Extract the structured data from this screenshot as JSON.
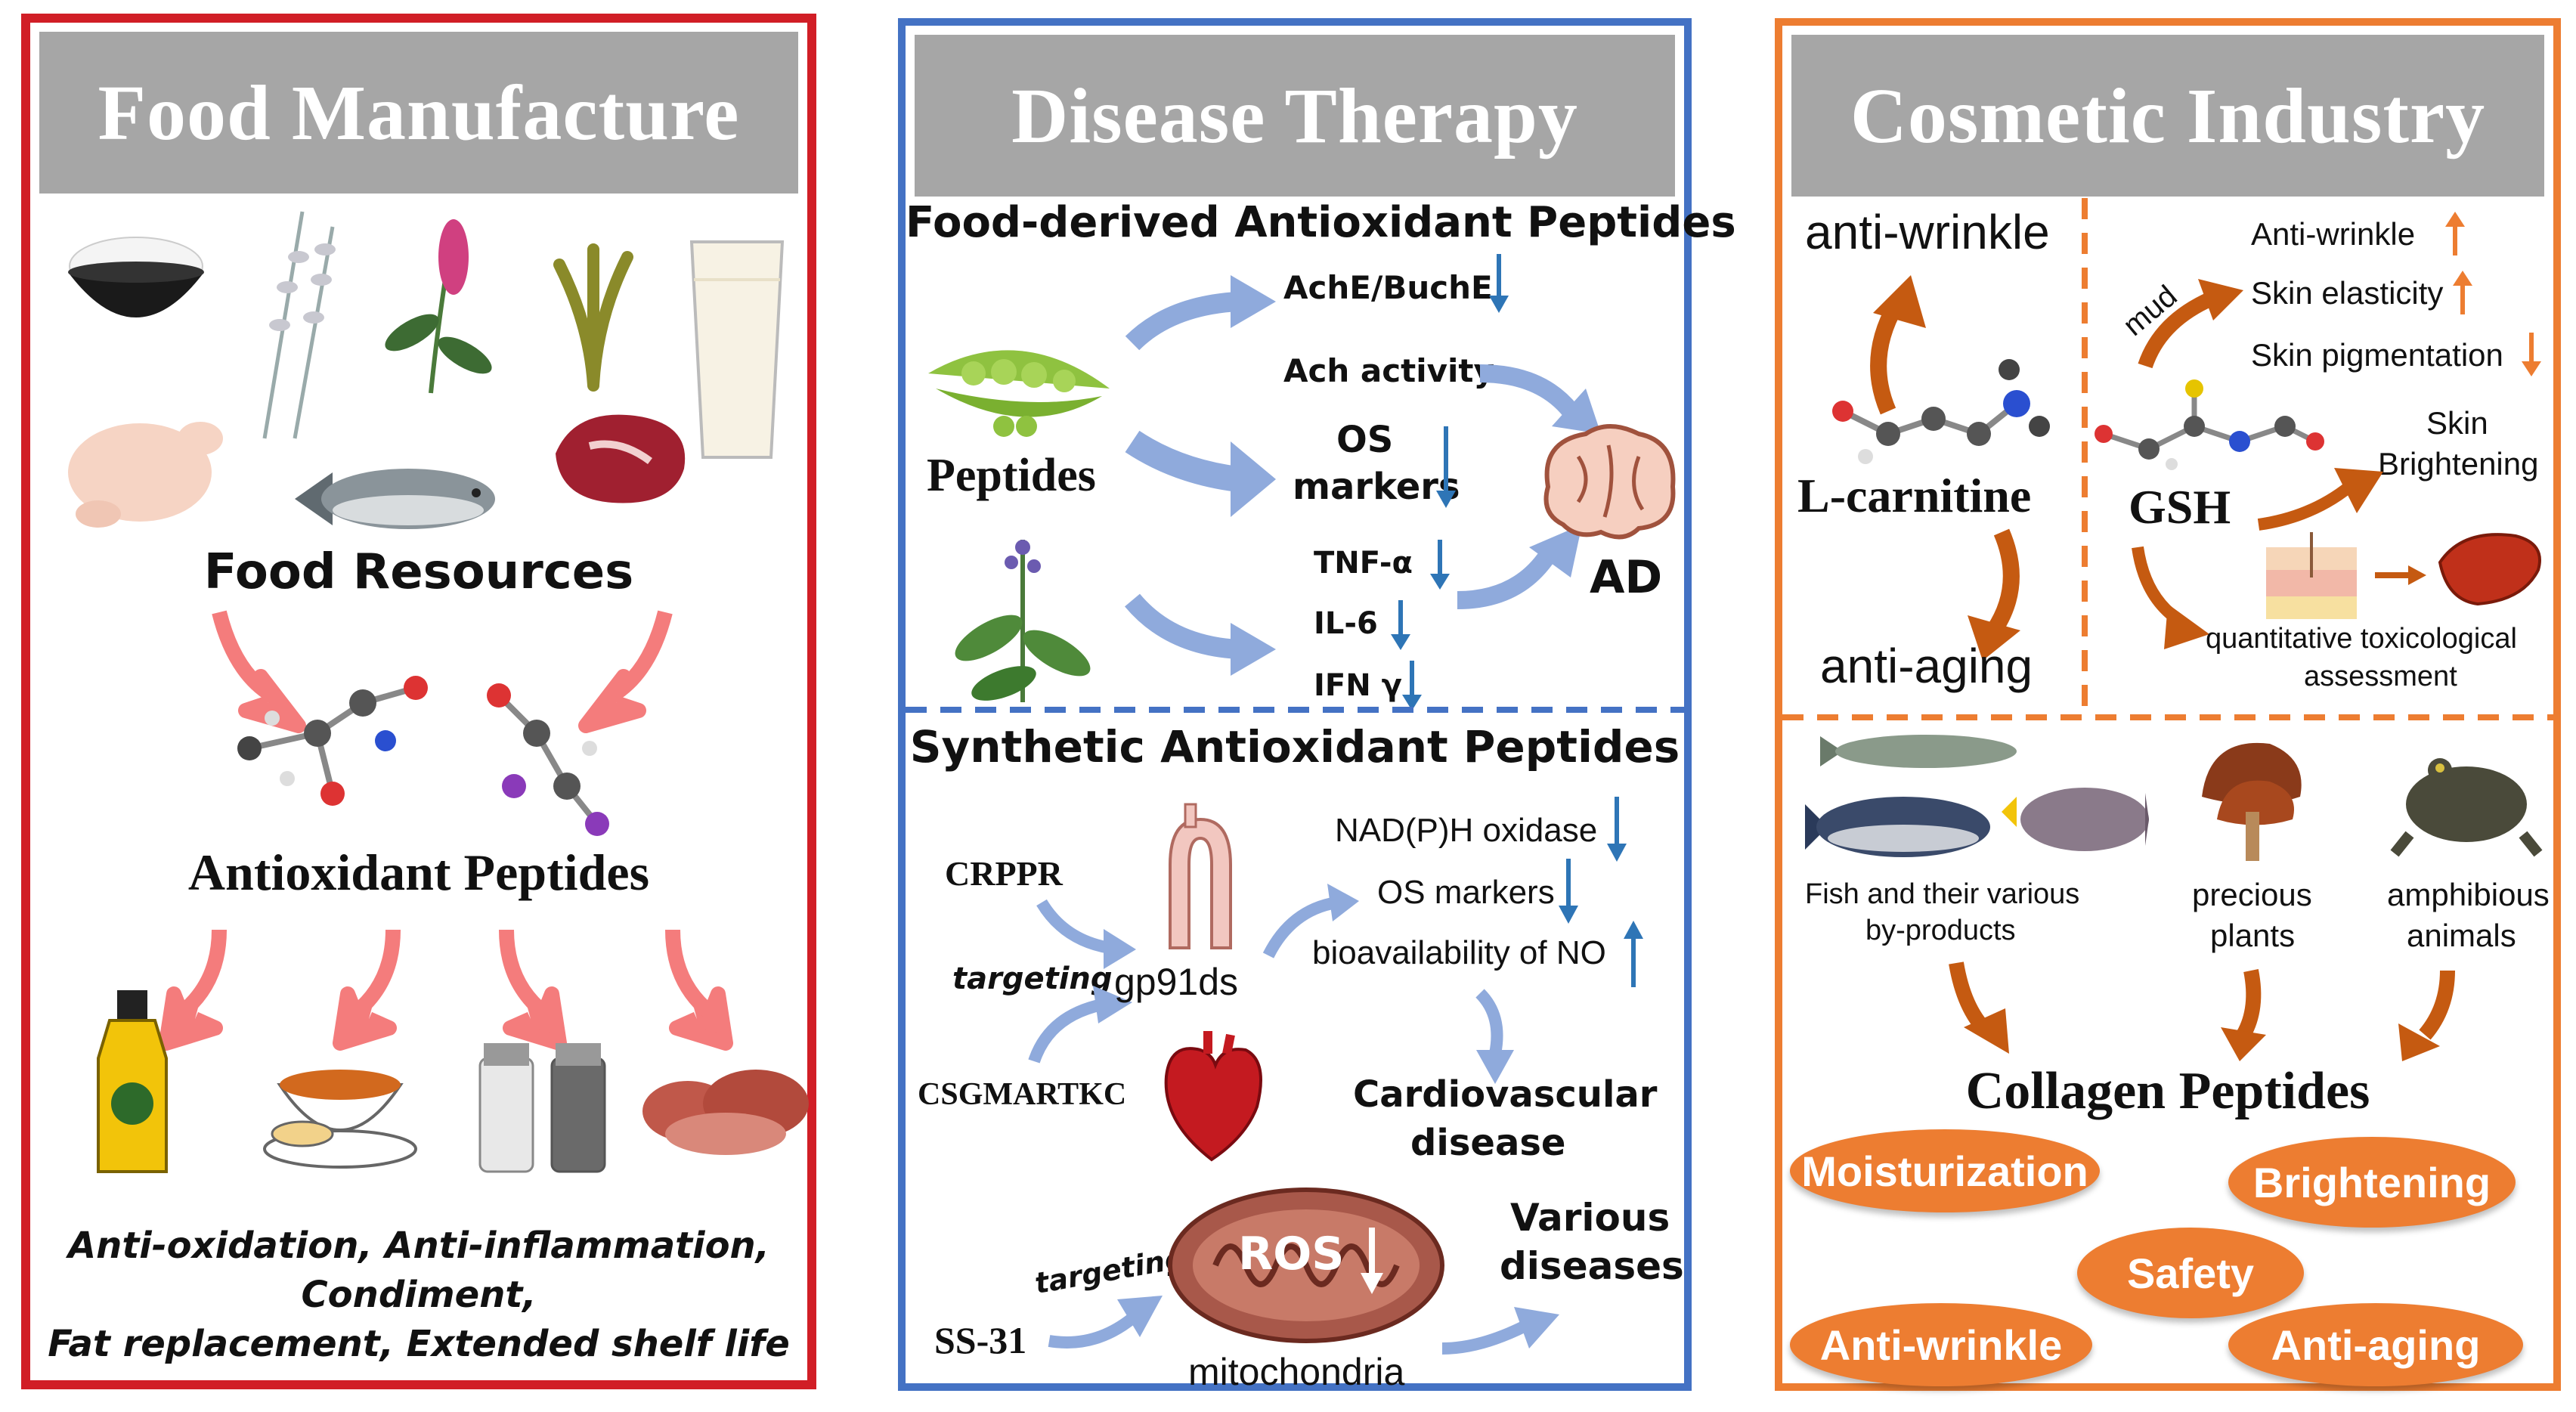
{
  "colors": {
    "food_border": "#d11e26",
    "disease_border": "#4472c4",
    "cosmetic_border": "#ed7d31",
    "header_bg": "#a6a6a6",
    "pink_arrow": "#f47c7c",
    "blue_arrow": "#8faadc",
    "orange_arrow": "#c55a11",
    "pill": "#ed7d31"
  },
  "food": {
    "title": "Food Manufacture",
    "resources_label": "Food Resources",
    "peptides_label": "Antioxidant Peptides",
    "applications": [
      "Anti-oxidation, Anti-inflammation,",
      "Condiment,",
      "Fat replacement, Extended shelf life"
    ]
  },
  "disease": {
    "title": "Disease Therapy",
    "food_section": {
      "title": "Food-derived Antioxidant Peptides",
      "peptides_label": "Peptides",
      "ache": "AchE/BuchE",
      "ach_activity": "Ach activity",
      "os_markers_1": "OS",
      "os_markers_2": "markers",
      "tnf": "TNF-α",
      "il6": "IL-6",
      "ifn": "IFN γ",
      "outcome": "AD"
    },
    "synthetic_section": {
      "title": "Synthetic Antioxidant Peptides",
      "crppr": "CRPPR",
      "csgmartkc": "CSGMARTKC",
      "targeting_1": "targeting",
      "gp91ds": "gp91ds",
      "nadph": "NAD(P)H oxidase",
      "os_markers": "OS markers",
      "no": "bioavailability of NO",
      "cardio_1": "Cardiovascular",
      "cardio_2": "disease",
      "ss31": "SS-31",
      "targeting_2": "targeting",
      "ros": "ROS",
      "mitochondria": "mitochondria",
      "various_1": "Various",
      "various_2": "diseases"
    }
  },
  "cosmetic": {
    "title": "Cosmetic Industry",
    "anti_wrinkle": "anti-wrinkle",
    "l_carnitine": "L-carnitine",
    "anti_aging": "anti-aging",
    "gsh": "GSH",
    "mud": "mud",
    "gsh_effects": [
      "Anti-wrinkle",
      "Skin elasticity",
      "Skin pigmentation"
    ],
    "skin_brightening_1": "Skin",
    "skin_brightening_2": "Brightening",
    "tox_1": "quantitative toxicological",
    "tox_2": "assessment",
    "fish_1": "Fish and their various",
    "fish_2": "by-products",
    "plants_1": "precious",
    "plants_2": "plants",
    "animals_1": "amphibious",
    "animals_2": "animals",
    "collagen_label": "Collagen Peptides",
    "benefits": [
      "Moisturization",
      "Brightening",
      "Safety",
      "Anti-wrinkle",
      "Anti-aging"
    ]
  }
}
